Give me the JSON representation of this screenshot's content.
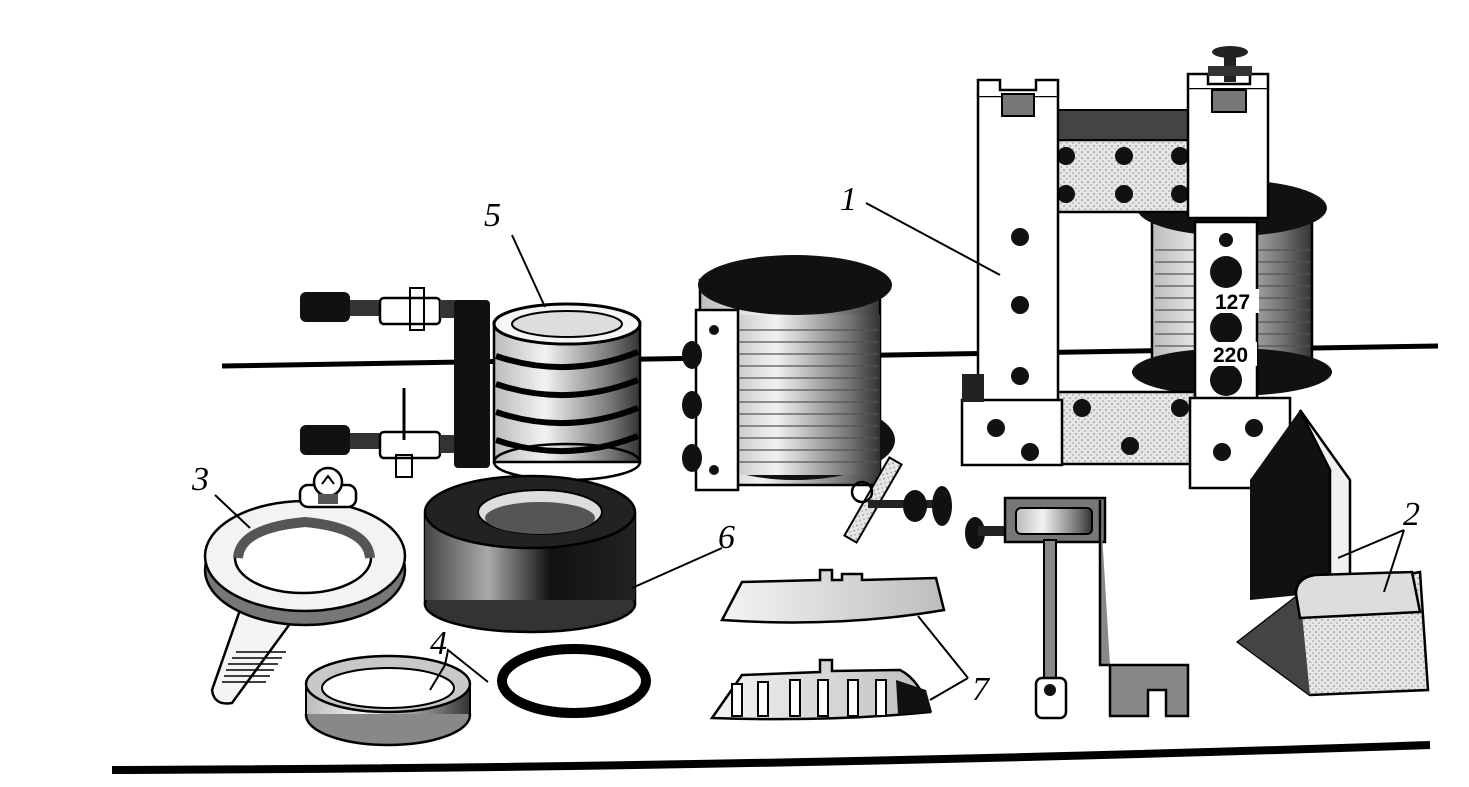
{
  "callouts": {
    "n1": "1",
    "n2": "2",
    "n3": "3",
    "n4": "4",
    "n5": "5",
    "n6": "6",
    "n7": "7"
  },
  "tap_labels": {
    "t127": "127",
    "t220": "220"
  },
  "colors": {
    "ink": "#111111",
    "paper": "#ffffff",
    "light_gray": "#d9d9d9",
    "mid_gray": "#8c8c8c"
  }
}
